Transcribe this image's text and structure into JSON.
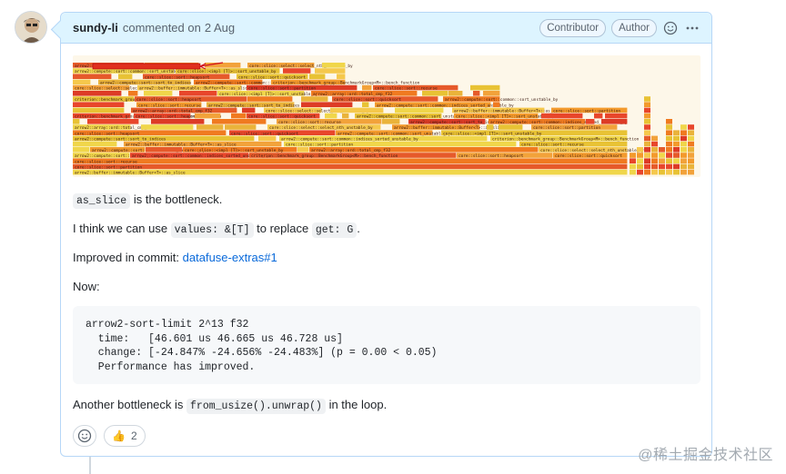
{
  "comment": {
    "author": "sundy-li",
    "action": "commented on",
    "date": "2 Aug",
    "badges": [
      "Contributor",
      "Author"
    ]
  },
  "body": {
    "p1_code": "as_slice",
    "p1_text": " is the bottleneck.",
    "p2_pre": "I think we can use ",
    "p2_code1": "values: &[T]",
    "p2_mid": " to replace ",
    "p2_code2": "get: G",
    "p2_post": ".",
    "p3_pre": "Improved in commit: ",
    "p3_link": "datafuse-extras#1",
    "p4": "Now:",
    "code_lines": [
      "arrow2-sort-limit 2^13 f32",
      "  time:   [46.601 us 46.665 us 46.728 us]",
      "  change: [-24.847% -24.656% -24.483%] (p = 0.00 < 0.05)",
      "  Performance has improved."
    ],
    "p5_pre": "Another bottleneck is ",
    "p5_code": "from_usize().unwrap()",
    "p5_post": " in the loop."
  },
  "reactions": {
    "thumbs_up_emoji": "👍",
    "thumbs_up_count": "2"
  },
  "watermark": "@稀土掘金技术社区",
  "flamegraph_labels": [
    "arrow2::buffer::immutable::Buffer<T>::as_slice",
    "core::slice::sort::partition",
    "core::slice::sort::recurse",
    "arrow2::compute::sort::sort_to_indices",
    "arrow2::compute::sort::common::indices_sorted_unstable_by",
    "criterion::benchmark_group::BenchmarkGroup<M>::bench_function",
    "core::slice::sort::heapsort",
    "core::slice::sort::quicksort",
    "arrow2::compute::sort::common::sort_unstable_by",
    "core::slice::<impl [T]>::sort_unstable_by",
    "arrow2::array::ord::total_cmp_f32",
    "core::slice::select::select_nth_unstable_by"
  ],
  "colors": {
    "link": "#0969da",
    "header_bg": "#ddf4ff",
    "header_border": "#b6d7f7",
    "code_bg": "#f6f8fa"
  }
}
